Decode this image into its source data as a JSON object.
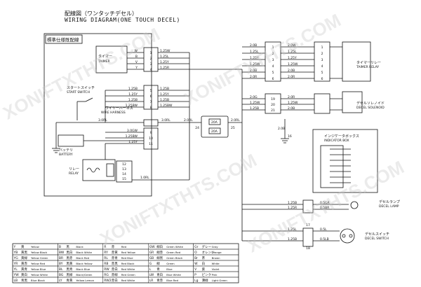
{
  "title": {
    "jp": "配線図（ワンタッチデセル）",
    "en": "WIRING DIAGRAM(ONE TOUCH DECEL)"
  },
  "box_label": "標準仕様既配線",
  "components": {
    "timer_jp": "タイマー",
    "timer_en": "TAIMER",
    "start_jp": "スタートスイッチ",
    "start_en": "START SWITCH",
    "harness_jp": "ワイヤーハーネス",
    "harness_en": "WIRE HARNESS",
    "battery_jp": "バッテリ",
    "battery_en": "BATTERY",
    "relay_jp": "リレー",
    "relay_en": "RELAY",
    "timer_relay_jp": "タイマーリレー",
    "timer_relay_en": "TAIMER RELAY",
    "decel_solenoid_jp": "デセルソレノイド",
    "decel_solenoid_en": "DECEL SOLENOID",
    "indicator_jp": "インジケータボックス",
    "indicator_en": "INDICATOR BOX",
    "decel_lamp_jp": "デセルランプ",
    "decel_lamp_en": "DECEL LAMP",
    "decel_switch_jp": "デセルスイッチ",
    "decel_switch_en": "DECEL SWITCH",
    "fuse1": "20A",
    "fuse2": "20A"
  },
  "wires": {
    "timer_left": [
      "W",
      "B",
      "V",
      "Y"
    ],
    "timer_right": [
      "1.25W",
      "1.25L",
      "1.25Y",
      "1.25R"
    ],
    "start_left": [
      "1.25B",
      "1.25Y",
      "1.25B",
      "1.25BW"
    ],
    "start_right": [
      "1.25B",
      "1.25Y",
      "1.25B",
      "1.25BW"
    ],
    "main_3rl": "3.0RL",
    "main_3rl_b": "3.0RL",
    "bat_1": "3.0GW",
    "bat_2": "1.25BW",
    "bat_3": "1.25Y",
    "relay_out": "1.0RL",
    "fuse_in": "2.0RL",
    "fuse_out": "2.0RL",
    "tr_left": [
      "2.0B",
      "1.25L",
      "1.25Y",
      "1.25W",
      "2.0B",
      "2.0R"
    ],
    "tr_right": [
      "2.0W",
      "1.25L",
      "1.25Y",
      "1.25W",
      "2.0B",
      "2.0R"
    ],
    "ds_left": [
      "2.0G",
      "1.25W",
      "1.25B"
    ],
    "ds_right": [
      "2.0R",
      "1.25W",
      "2.0B"
    ],
    "ground_label": "2.0B",
    "lamp_wires": [
      "1.25B",
      "1.25R"
    ],
    "lamp_wires_r": [
      "0.5GR",
      "0.5BR"
    ],
    "switch_wires": [
      "1.25L",
      "1.25B"
    ],
    "switch_wires_r": [
      "0.5L",
      "0.5LB"
    ]
  },
  "numbers": {
    "timer_pins": [
      "1",
      "2",
      "3",
      "4"
    ],
    "start_pins": [
      "5",
      "6",
      "7",
      "8"
    ],
    "battery_pins": [
      "9",
      "10",
      "11"
    ],
    "fuse_pins": [
      "24",
      "25"
    ],
    "relay_pins": [
      "12",
      "13",
      "14",
      "15"
    ],
    "tr_pins": [
      "1",
      "2",
      "3",
      "4",
      "5",
      "6"
    ],
    "ds_pins": [
      "19",
      "20",
      "21"
    ],
    "ground_pin": "16",
    "sw_pins": [
      "17",
      "18"
    ]
  },
  "legend": [
    [
      "Y",
      "黄",
      "Yellow"
    ],
    [
      "YB",
      "黄黒",
      "Yellow Black"
    ],
    [
      "YG",
      "黄緑",
      "Yellow Green"
    ],
    [
      "YR",
      "黄赤",
      "Yellow Red"
    ],
    [
      "YL",
      "黄青",
      "Yellow Blue"
    ],
    [
      "YW",
      "黄白",
      "Yellow White"
    ],
    [
      "LB",
      "青黒",
      "Blue Black"
    ],
    [
      "B",
      "黒",
      "Black"
    ],
    [
      "BW",
      "黒白",
      "Black White"
    ],
    [
      "BR",
      "黒赤",
      "Black Red"
    ],
    [
      "BY",
      "黒黄",
      "Black Yellow"
    ],
    [
      "BL",
      "黒青",
      "Black Blue"
    ],
    [
      "BG",
      "黒緑",
      "Black/Green"
    ],
    [
      "LY",
      "青黄",
      "Yellow Lemon"
    ],
    [
      "R",
      "赤",
      "Red"
    ],
    [
      "RY",
      "赤黄",
      "Red Yellow"
    ],
    [
      "RL",
      "赤青",
      "Red Blue"
    ],
    [
      "RB",
      "赤黒",
      "Red Black"
    ],
    [
      "RW",
      "赤白",
      "Red White"
    ],
    [
      "RG",
      "赤緑",
      "Red Green"
    ],
    [
      "RW2",
      "赤白",
      "Red White"
    ],
    [
      "GW",
      "緑白",
      "Green White"
    ],
    [
      "GR",
      "緑赤",
      "Green Red"
    ],
    [
      "GB",
      "緑黒",
      "Green Black"
    ],
    [
      "G",
      "緑",
      "Green"
    ],
    [
      "L",
      "青",
      "Blue"
    ],
    [
      "LW",
      "青白",
      "Blue White"
    ],
    [
      "LR",
      "青赤",
      "Blue Red"
    ],
    [
      "Gr",
      "グレー",
      "Gray"
    ],
    [
      "O",
      "オレンジ",
      "Orange"
    ],
    [
      "Br",
      "茶",
      "Brown"
    ],
    [
      "W",
      "白",
      "White"
    ],
    [
      "V",
      "紫",
      "Violet"
    ],
    [
      "P",
      "ピンク",
      "Pink"
    ],
    [
      "Lg",
      "薄緑",
      "Light Green"
    ]
  ],
  "watermark": "XONIFTXTHTS.COM"
}
